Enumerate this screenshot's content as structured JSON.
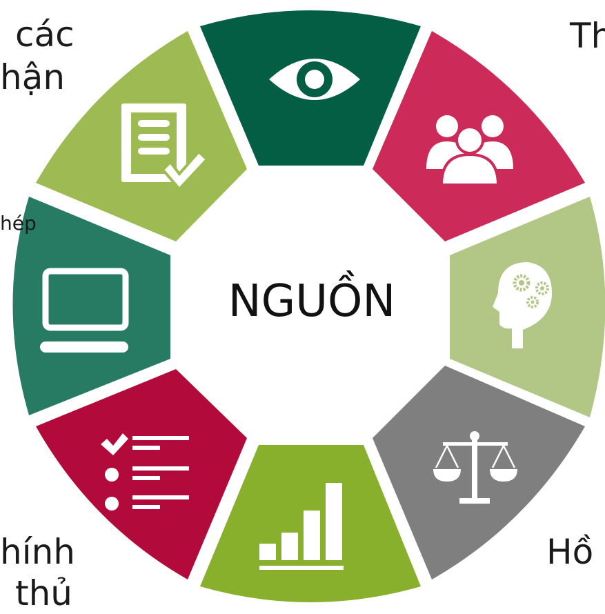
{
  "center": {
    "label": "NGUỒN"
  },
  "colors": {
    "segment_top": "#035e43",
    "segment_top_right": "#cc2a58",
    "segment_right": "#b2c786",
    "segment_bottom_right": "#7f7f7f",
    "segment_bottom": "#89b02d",
    "segment_bottom_left": "#b20a3a",
    "segment_left": "#287b63",
    "segment_top_left": "#9dbb52"
  },
  "segments": [
    {
      "icon": "eye-icon"
    },
    {
      "icon": "people-group-icon"
    },
    {
      "icon": "head-gears-icon"
    },
    {
      "icon": "scales-icon"
    },
    {
      "icon": "bar-chart-icon"
    },
    {
      "icon": "checklist-icon"
    },
    {
      "icon": "laptop-icon"
    },
    {
      "icon": "document-check-icon"
    }
  ],
  "edge_labels": {
    "top_left_line1": "các",
    "top_left_line2": "hận",
    "left": "hép",
    "bottom_left_line1": "hính",
    "bottom_left_line2": "thủ",
    "top_right": "Th",
    "bottom_right": "Hồ"
  }
}
